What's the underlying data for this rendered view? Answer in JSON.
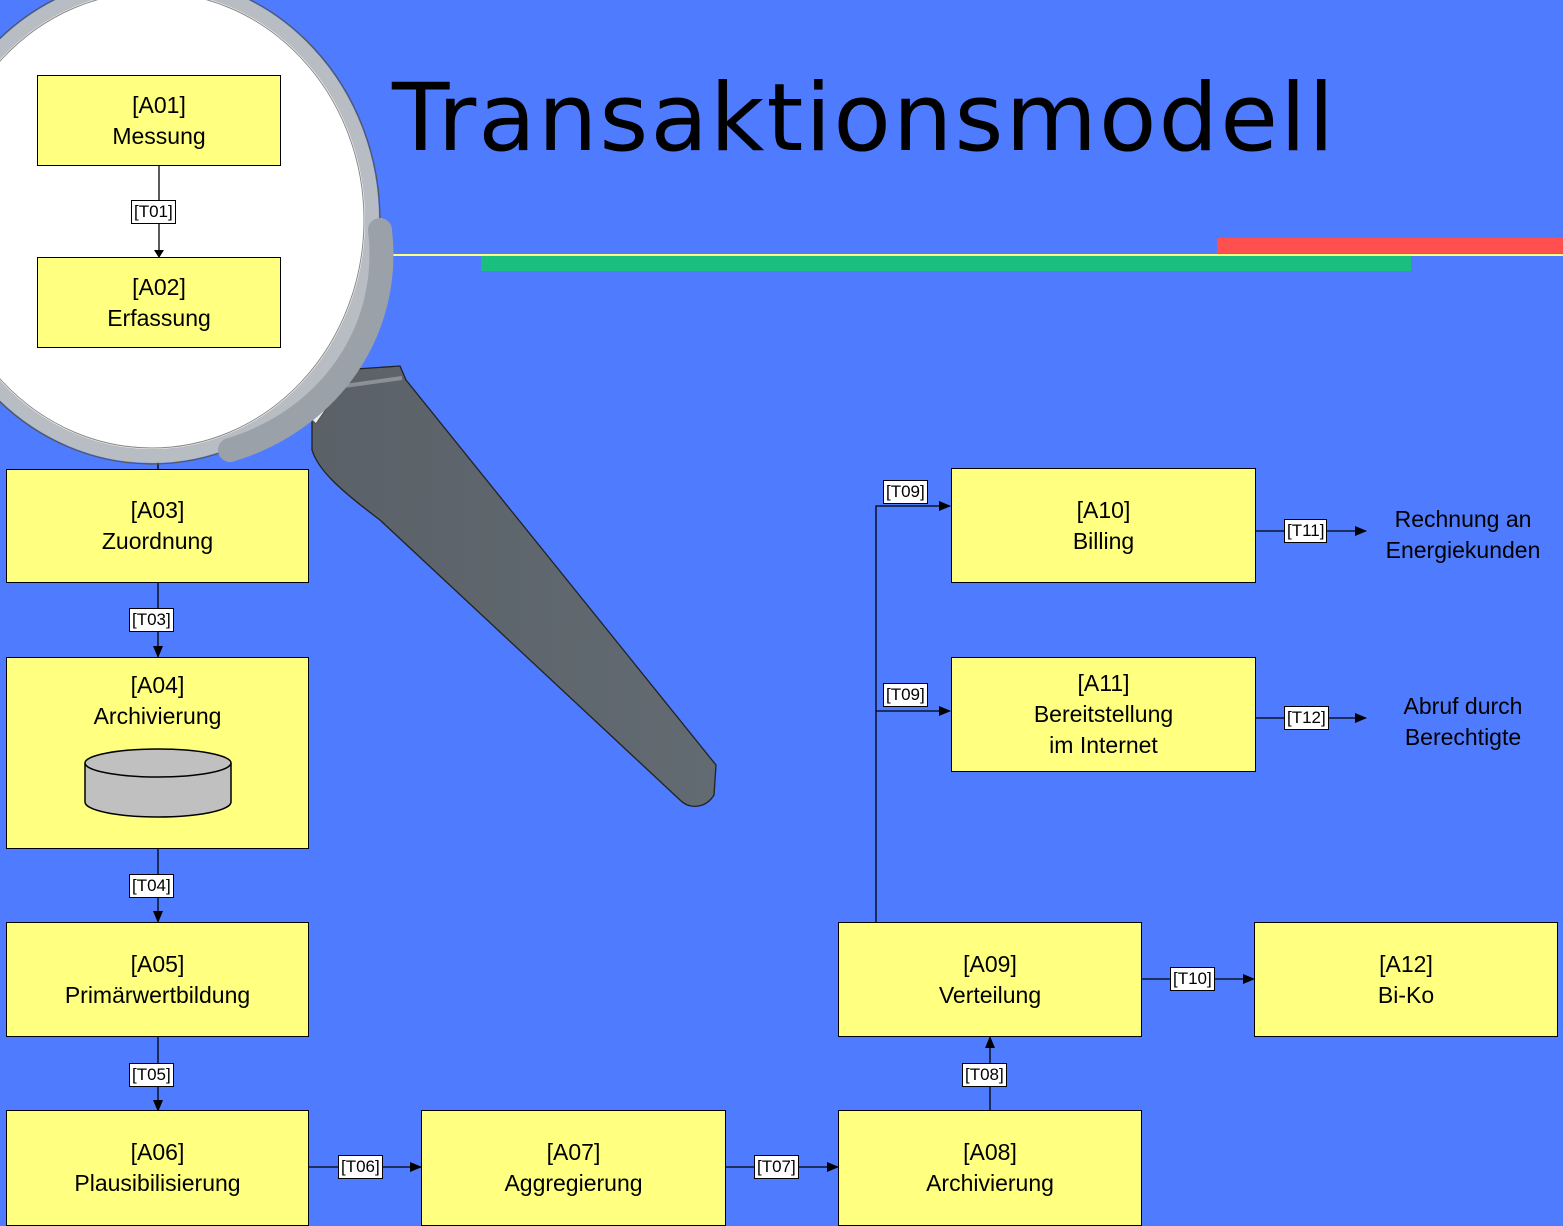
{
  "title": "Transaktionsmodell",
  "colors": {
    "background": "#4f7bff",
    "box_fill": "#ffff80",
    "accent_red": "#ff4f4f",
    "accent_green": "#1abf80",
    "line_yellow": "#ffff80"
  },
  "boxes": {
    "a01": {
      "id": "[A01]",
      "name": "Messung"
    },
    "a02": {
      "id": "[A02]",
      "name": "Erfassung"
    },
    "a03": {
      "id": "[A03]",
      "name": "Zuordnung"
    },
    "a04": {
      "id": "[A04]",
      "name": "Archivierung"
    },
    "a05": {
      "id": "[A05]",
      "name": "Primärwertbildung"
    },
    "a06": {
      "id": "[A06]",
      "name": "Plausibilisierung"
    },
    "a07": {
      "id": "[A07]",
      "name": "Aggregierung"
    },
    "a08": {
      "id": "[A08]",
      "name": "Archivierung"
    },
    "a09": {
      "id": "[A09]",
      "name": "Verteilung"
    },
    "a10": {
      "id": "[A10]",
      "name": "Billing"
    },
    "a11": {
      "id": "[A11]",
      "name": "Bereitstellung",
      "name2": "im Internet"
    },
    "a12": {
      "id": "[A12]",
      "name": "Bi-Ko"
    }
  },
  "transitions": {
    "t01": "[T01]",
    "t03": "[T03]",
    "t04": "[T04]",
    "t05": "[T05]",
    "t06": "[T06]",
    "t07": "[T07]",
    "t08": "[T08]",
    "t09a": "[T09]",
    "t09b": "[T09]",
    "t10": "[T10]",
    "t11": "[T11]",
    "t12": "[T12]"
  },
  "external": {
    "rechnung": {
      "line1": "Rechnung an",
      "line2": "Energiekunden"
    },
    "abruf": {
      "line1": "Abruf durch",
      "line2": "Berechtigte"
    }
  },
  "icons": {
    "magnifier": "magnifying-glass-icon",
    "database": "database-cylinder-icon"
  }
}
